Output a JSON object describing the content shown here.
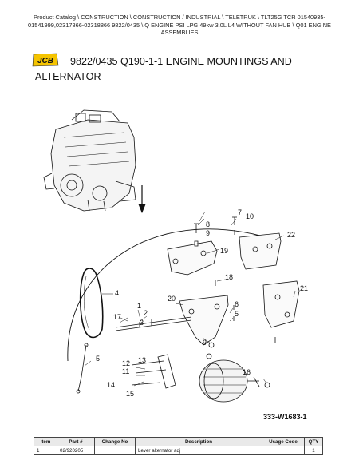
{
  "breadcrumb": {
    "line1": "Product Catalog \\ CONSTRUCTION \\ CONSTRUCTION / INDUSTRIAL \\ TELETRUK \\ TLT25G TCR 01540935-",
    "line2": "01541999,02317866-02318866 9822/0435 \\ Q ENGINE PSI LPG 49kw 3.0L L4 WITHOUT FAN HUB \\ Q01 ENGINE",
    "line3": "ASSEMBLIES"
  },
  "header": {
    "logo_text": "JCB",
    "title_line1": "9822/0435 Q190-1-1 ENGINE MOUNTINGS AND",
    "title_line2": "ALTERNATOR"
  },
  "diagram": {
    "figure_code": "333-W1683-1",
    "callouts": [
      "1",
      "2",
      "3",
      "4",
      "5",
      "6",
      "7",
      "8",
      "9",
      "10",
      "11",
      "12",
      "13",
      "14",
      "15",
      "16",
      "17",
      "18",
      "19",
      "20",
      "21",
      "22"
    ]
  },
  "parts_table": {
    "headers": [
      "Item",
      "Part #",
      "Change No",
      "Description",
      "Usage Code",
      "QTY"
    ],
    "rows": [
      [
        "1",
        "02/920205",
        "",
        "Lever alternator adj",
        "",
        "1"
      ]
    ]
  },
  "colors": {
    "logo_yellow": "#f5c400",
    "line": "#111111"
  }
}
